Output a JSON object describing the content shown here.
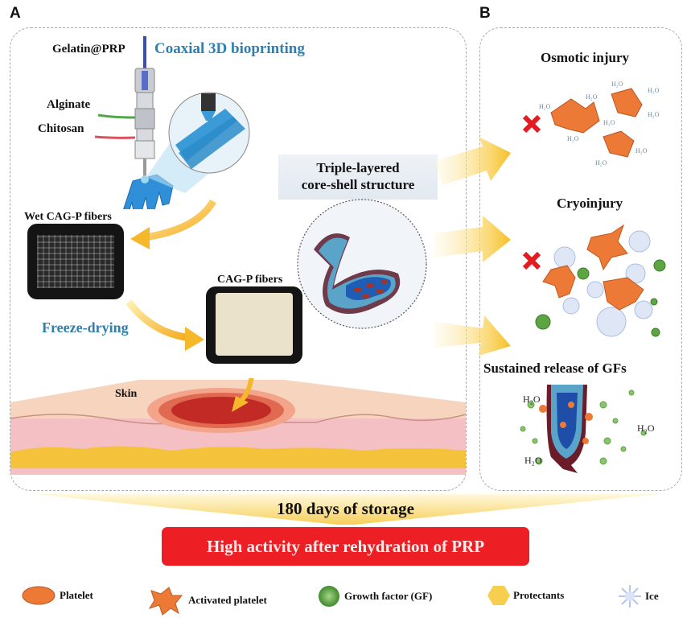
{
  "panel_a": {
    "letter": "A",
    "title": "Coaxial 3D bioprinting",
    "inputs": {
      "core": "Gelatin@PRP",
      "middle": "Alginate",
      "outer": "Chitosan"
    },
    "wet_fibers_label": "Wet CAG-P fibers",
    "process_label": "Freeze-drying",
    "dry_fibers_label": "CAG-P fibers",
    "structure_label_line1": "Triple-layered",
    "structure_label_line2": "core-shell structure",
    "skin_label": "Skin"
  },
  "panel_b": {
    "letter": "B",
    "items": [
      {
        "title": "Osmotic injury",
        "status": "prevented"
      },
      {
        "title": "Cryoinjury",
        "status": "prevented"
      },
      {
        "title": "Sustained release of GFs",
        "status": "enabled"
      }
    ],
    "water_label": "H₂O"
  },
  "bottom": {
    "storage_label": "180 days of storage",
    "result_label": "High activity after rehydration of PRP"
  },
  "legend": [
    {
      "icon": "platelet-icon",
      "label": "Platelet"
    },
    {
      "icon": "activated-platelet-icon",
      "label": "Activated platelet"
    },
    {
      "icon": "growth-factor-icon",
      "label": "Growth factor (GF)"
    },
    {
      "icon": "protectant-icon",
      "label": "Protectants"
    },
    {
      "icon": "ice-icon",
      "label": "Ice"
    }
  ],
  "colors": {
    "accent_blue": "#2f7fb0",
    "result_red": "#ee1f24",
    "arrow_yellow": "#f6c23a",
    "platelet_orange": "#ec7a36",
    "gf_green": "#5da443"
  }
}
